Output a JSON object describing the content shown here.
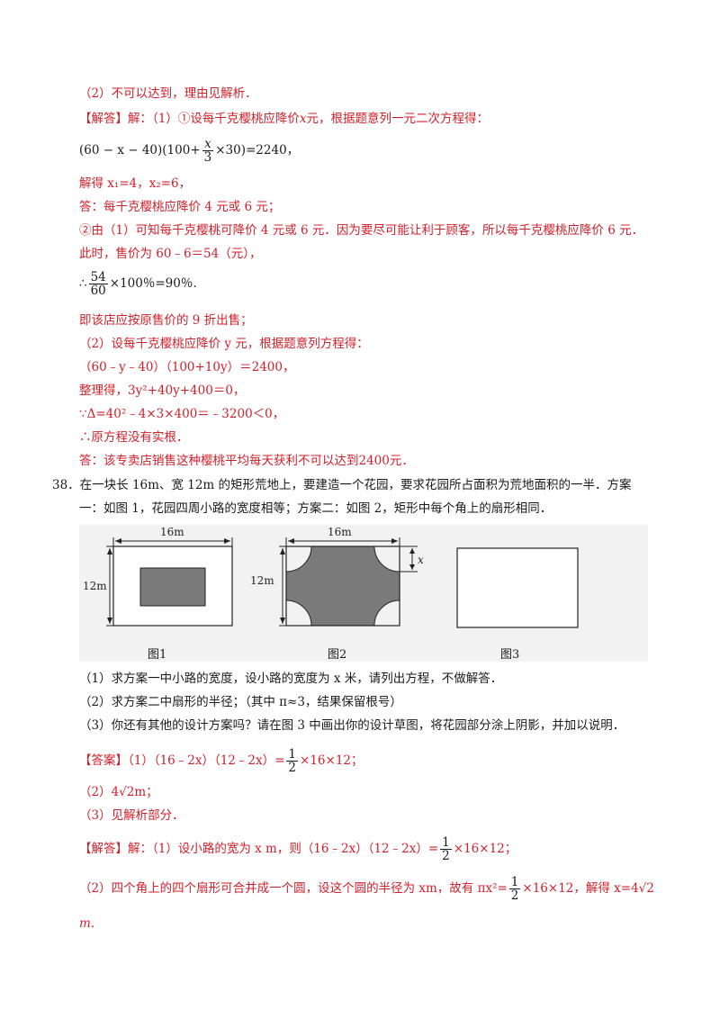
{
  "lines_top": {
    "l1": "（2）不可以达到，理由见解析．",
    "l2_tag": "【解答】",
    "l2_text": "解：（1）①设每千克樱桃应降价",
    "l2_var": "x",
    "l2_end": "元，根据题意列一元二次方程得：",
    "eq1_left": "(60 − x − 40)(100+",
    "eq1_num": "x",
    "eq1_den": "3",
    "eq1_right": "×30)=2240，",
    "l4": "解得 x₁=4，x₂=6，",
    "l5": "答：每千克樱桃应降价 4 元或 6 元；",
    "l6": "②由（1）可知每千克樱桃可降价 4 元或 6 元．因为要尽可能让利于顾客，所以每千克樱桃应降价 6 元．",
    "l7": "此时，售价为 60﹣6＝54（元），",
    "eq2_prefix": "∴",
    "eq2_num": "54",
    "eq2_den": "60",
    "eq2_rest": "×100％=90％.",
    "l9": "即该店应按原售价的 9 折出售；",
    "l10": "（2）设每千克樱桃应降价 y 元，根据题意列方程得：",
    "l11": "（60﹣y﹣40）（100+10y）＝2400，",
    "l12": "整理得，3y²+40y+400＝0，",
    "l13": "∵Δ=40²﹣4×3×400＝﹣3200＜0，",
    "l14": "∴原方程没有实根．",
    "l15": "答：该专卖店销售这种樱桃平均每天获利不可以达到2400元．"
  },
  "question38": {
    "line1": "38．在一块长 16m、宽 12m 的矩形荒地上，要建造一个花园，要求花园所占面积为荒地面积的一半．方案",
    "line2": "一：如图 1，花园四周小路的宽度相等；方案二：如图 2，矩形中每个角上的扇形相同．",
    "sub1": "（1）求方案一中小路的宽度，设小路的宽度为 x 米，请列出方程，不做解答．",
    "sub2": "（2）求方案二中扇形的半径；（其中 π≈3，结果保留根号）",
    "sub3": "（3）你还有其他的设计方案吗？请在图 3 中画出你的设计草图，将花园部分涂上阴影，并加以说明．"
  },
  "figures": {
    "fig1_width_label": "16m",
    "fig1_height_label": "12m",
    "fig2_width_label": "16m",
    "fig2_height_label": "12m",
    "fig2_x_label": "x",
    "caption1": "图1",
    "caption2": "图2",
    "caption3": "图3",
    "shade_color": "#7a7a7a"
  },
  "answer": {
    "tag": "【答案】",
    "a1_text": "（1）（16﹣2x）（12﹣2x）=",
    "frac_num": "1",
    "frac_den": "2",
    "a1_end": "×16×12；",
    "a2": "（2）4√2m；",
    "a3": "（3）见解析部分．"
  },
  "solution": {
    "tag": "【解答】",
    "s1_text": "解：（1）设小路的宽为 x m，则（16﹣2x）（12﹣2x）=",
    "s1_end": "×16×12；",
    "s2_text": "（2）四个角上的四个扇形可合并成一个圆，设这个圆的半径为 xm，故有 πx²=",
    "s2_end": "×16×12，解得 x=4√2",
    "s3": "m."
  }
}
